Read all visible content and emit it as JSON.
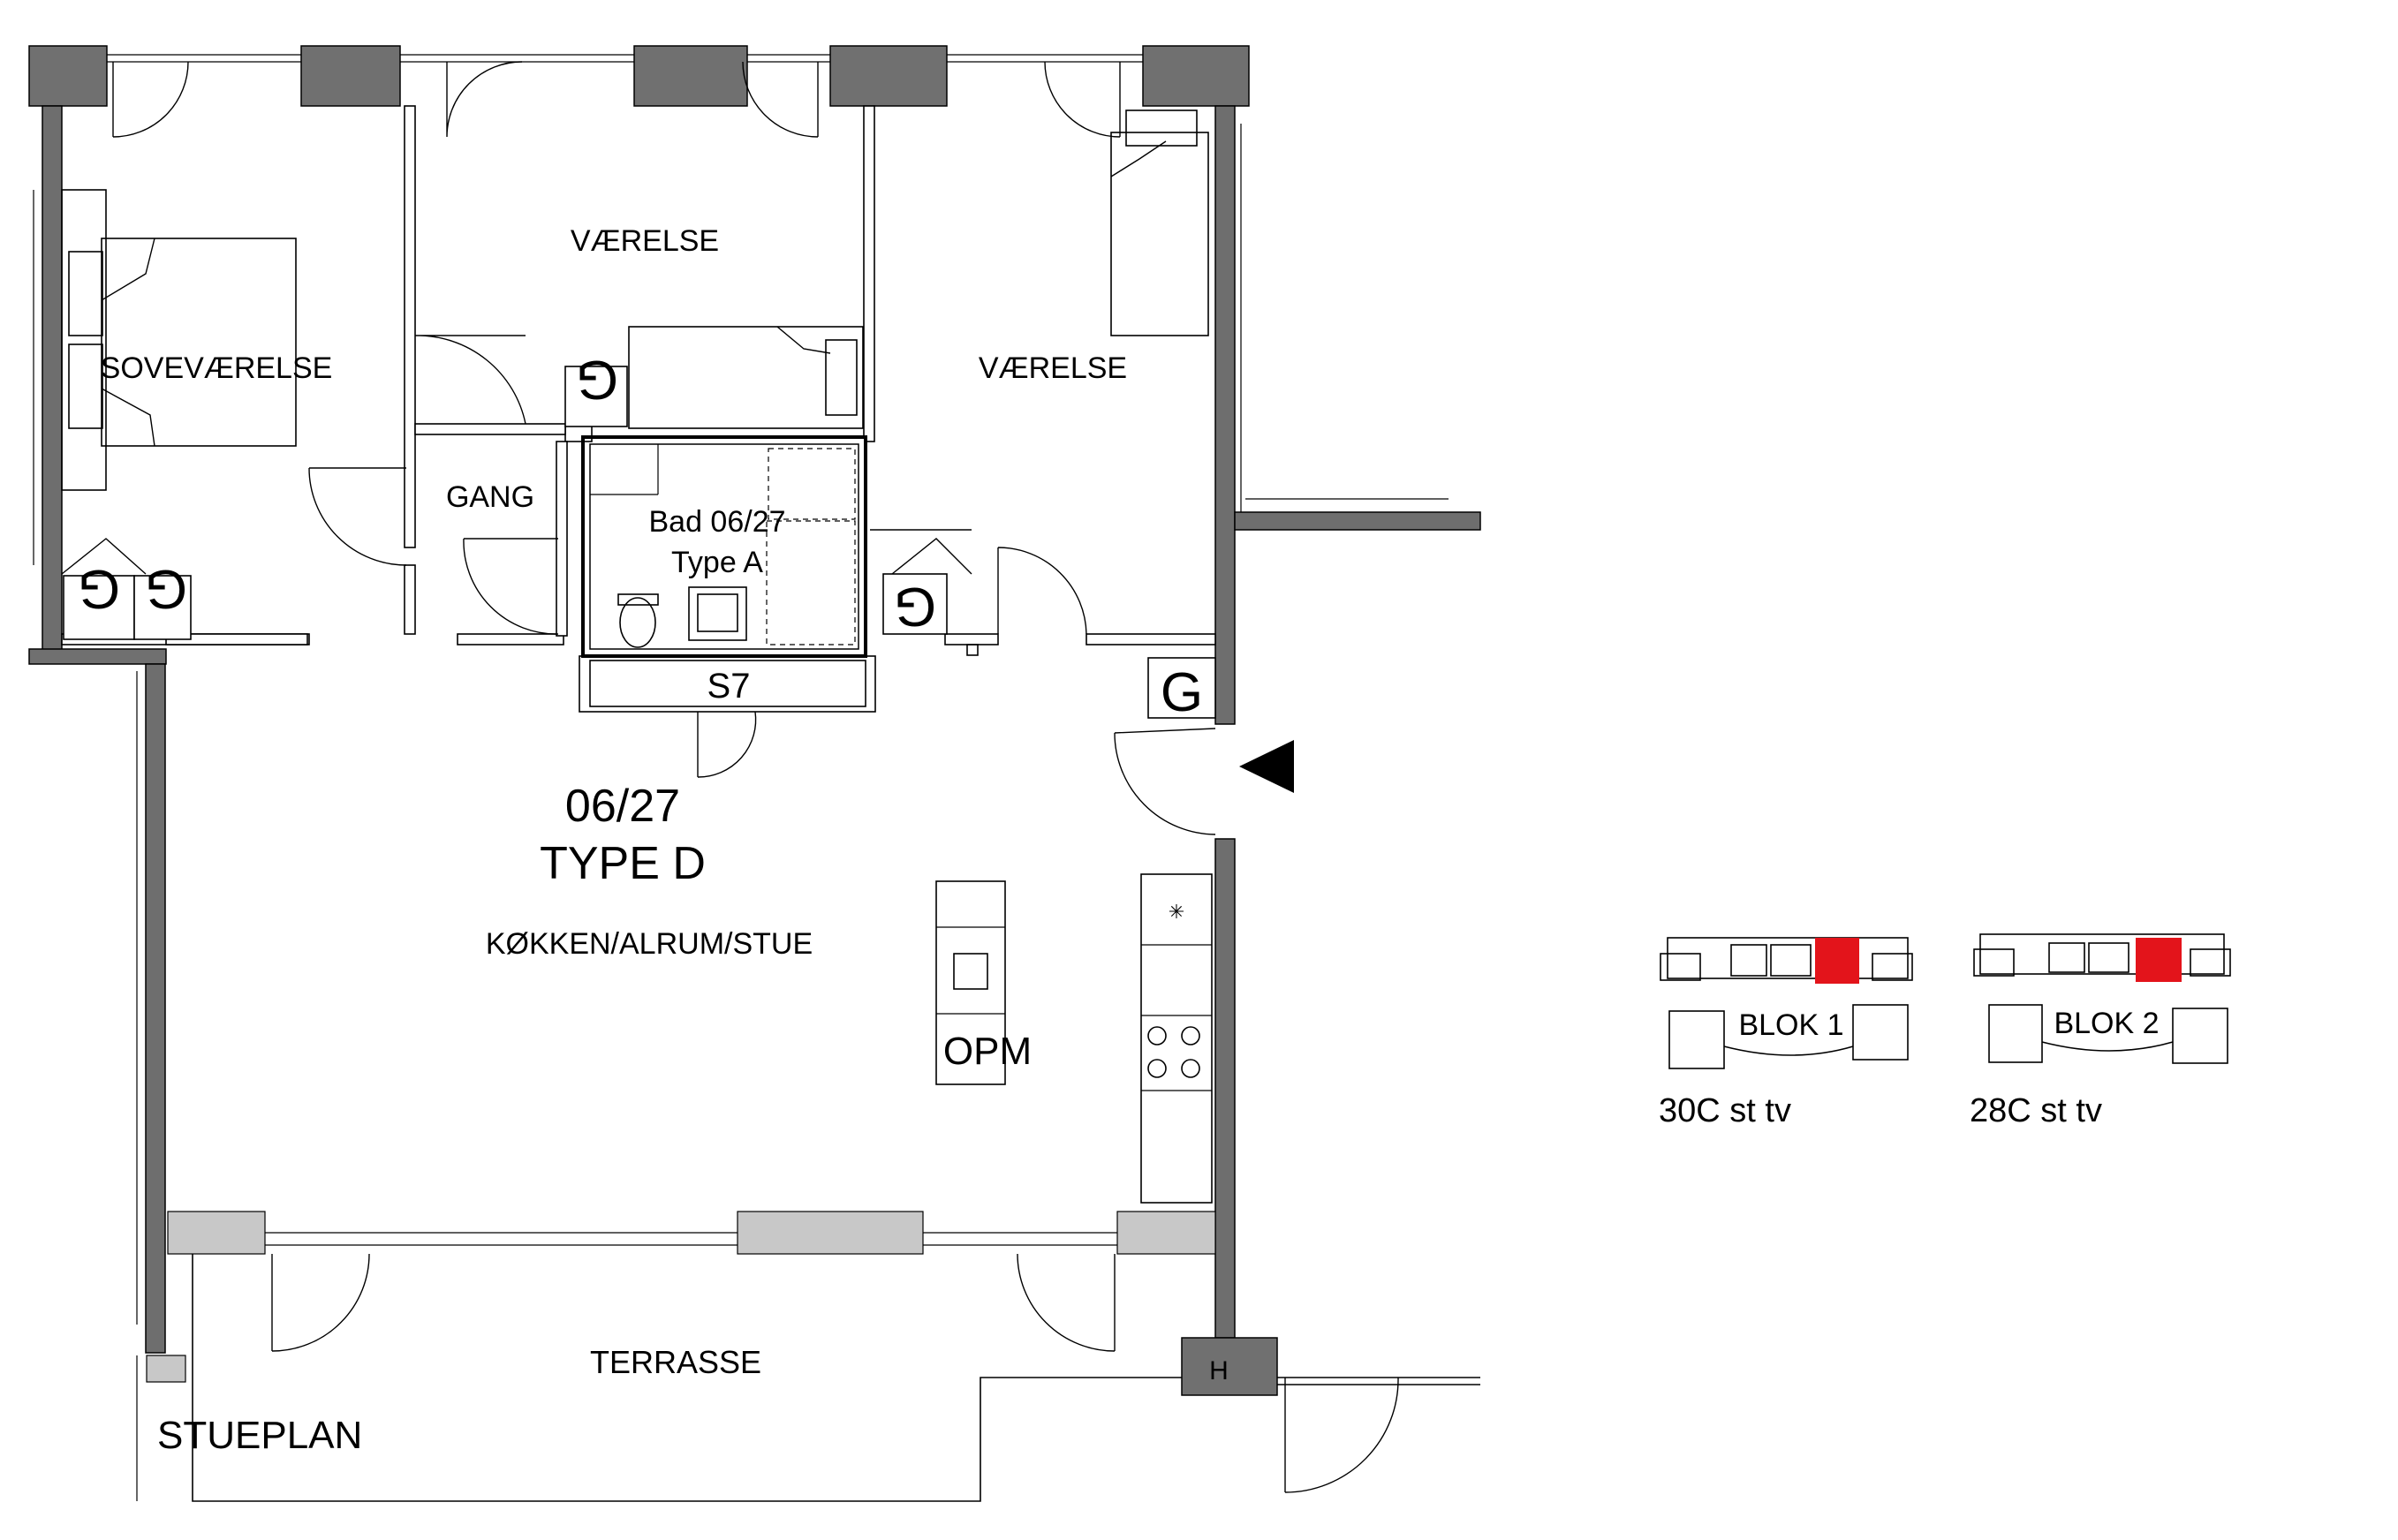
{
  "plan": {
    "unit_number": "06/27",
    "unit_type": "TYPE D",
    "level_label": "STUEPLAN",
    "rooms": {
      "soveværelse": "SOVEVÆRELSE",
      "værelse_1": "VÆRELSE",
      "værelse_2": "VÆRELSE",
      "gang": "GANG",
      "bad_line1": "Bad 06/27",
      "bad_line2": "Type A",
      "storage": "S7",
      "living": "KØKKEN/ALRUM/STUE",
      "terrasse": "TERRASSE"
    },
    "fixtures": {
      "wardrobe_mark": "G",
      "island_label": "OPM",
      "meter_label": "H"
    },
    "entrance_marker": "entrance-arrow-icon"
  },
  "keymaps": [
    {
      "block": "BLOK 1",
      "address": "30C st tv"
    },
    {
      "block": "BLOK 2",
      "address": "28C st tv"
    }
  ],
  "colors": {
    "wall": "#6e6e6e",
    "highlight": "#e3141b"
  }
}
